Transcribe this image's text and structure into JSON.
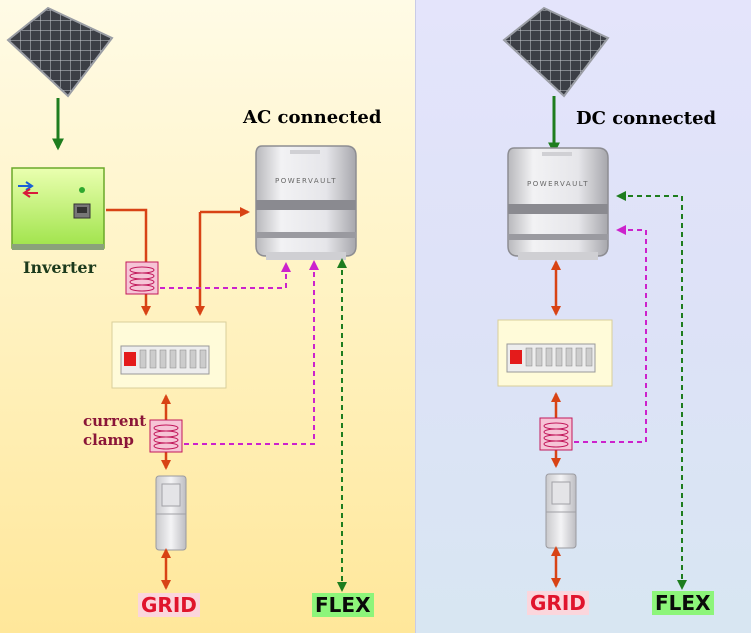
{
  "ac": {
    "title": "AC connected",
    "inverter_label": "Inverter",
    "clamp_label_line1": "current",
    "clamp_label_line2": "clamp",
    "grid_label": "GRID",
    "flex_label": "FLEX",
    "battery_brand": "POWERVAULT"
  },
  "dc": {
    "title": "DC connected",
    "grid_label": "GRID",
    "flex_label": "FLEX",
    "battery_brand": "POWERVAULT"
  },
  "colors": {
    "power_line": "#d84315",
    "solar_line": "#1e7d1e",
    "clamp_signal": "#cc22cc",
    "flex_signal": "#1e7d1e",
    "left_background": "#fff3c4",
    "right_background": "#dde2f7"
  }
}
